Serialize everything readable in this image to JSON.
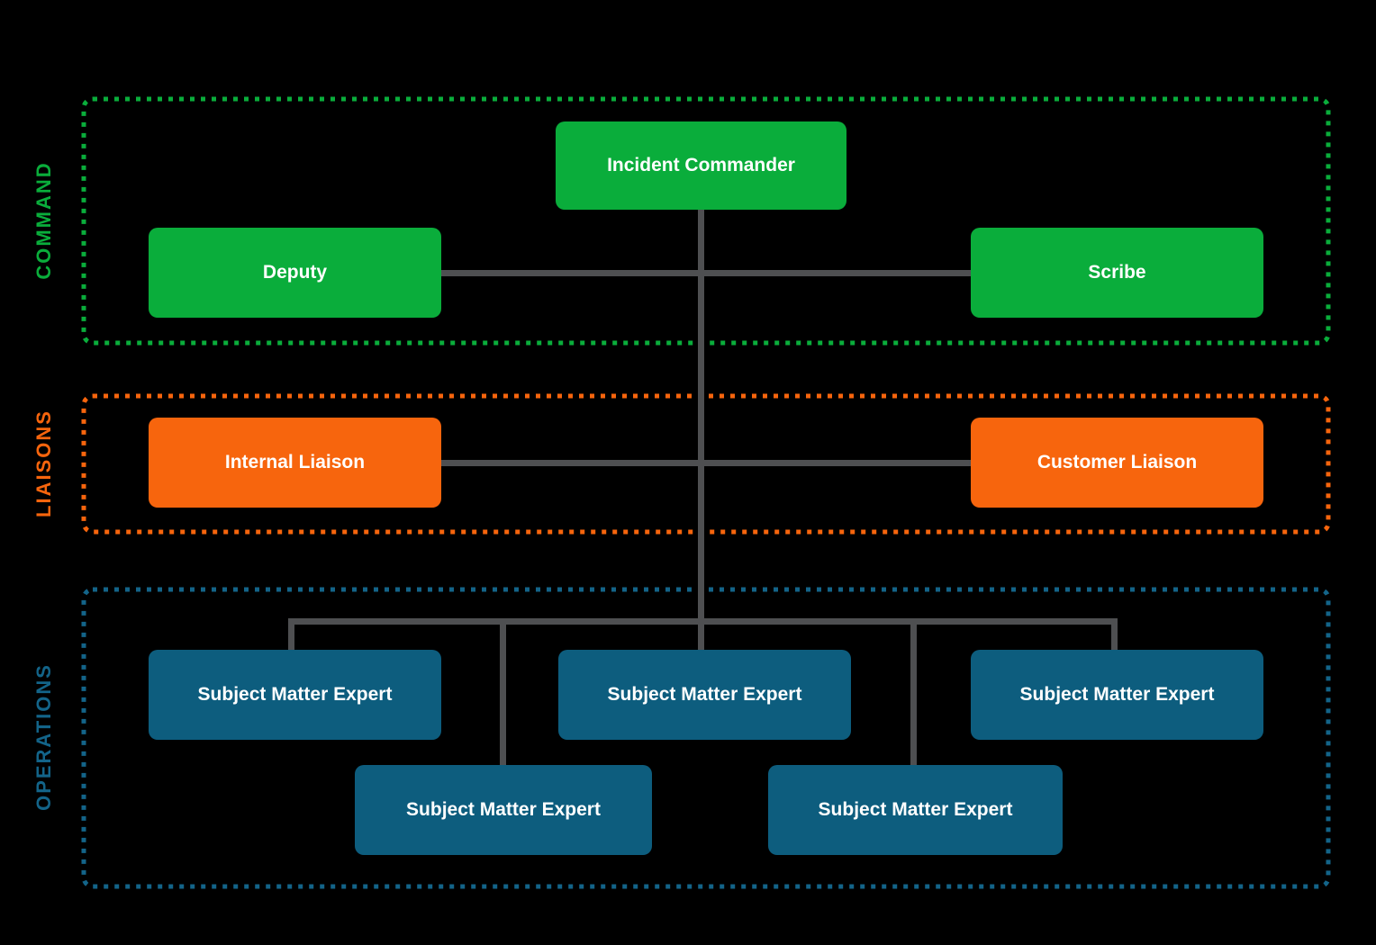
{
  "canvas": {
    "background_color": "#000000",
    "connector_color": "#4E4F51",
    "text_color": "#FFFFFF"
  },
  "sections": [
    {
      "id": "command",
      "label": "COMMAND",
      "color": "#0AAD3B"
    },
    {
      "id": "liaisons",
      "label": "LIAISONS",
      "color": "#F7650D"
    },
    {
      "id": "operations",
      "label": "OPERATIONS",
      "color": "#136489"
    }
  ],
  "nodes": [
    {
      "id": "incident-commander",
      "label": "Incident Commander",
      "section": "command",
      "color": "#0AAD3B"
    },
    {
      "id": "deputy",
      "label": "Deputy",
      "section": "command",
      "color": "#0AAD3B"
    },
    {
      "id": "scribe",
      "label": "Scribe",
      "section": "command",
      "color": "#0AAD3B"
    },
    {
      "id": "internal-liaison",
      "label": "Internal Liaison",
      "section": "liaisons",
      "color": "#F7650D"
    },
    {
      "id": "customer-liaison",
      "label": "Customer Liaison",
      "section": "liaisons",
      "color": "#F7650D"
    },
    {
      "id": "sme-1",
      "label": "Subject Matter Expert",
      "section": "operations",
      "color": "#0D5D7E"
    },
    {
      "id": "sme-2",
      "label": "Subject Matter Expert",
      "section": "operations",
      "color": "#0D5D7E"
    },
    {
      "id": "sme-3",
      "label": "Subject Matter Expert",
      "section": "operations",
      "color": "#0D5D7E"
    },
    {
      "id": "sme-4",
      "label": "Subject Matter Expert",
      "section": "operations",
      "color": "#0D5D7E"
    },
    {
      "id": "sme-5",
      "label": "Subject Matter Expert",
      "section": "operations",
      "color": "#0D5D7E"
    }
  ],
  "edges": [
    {
      "from": "incident-commander",
      "to": "deputy"
    },
    {
      "from": "incident-commander",
      "to": "scribe"
    },
    {
      "from": "incident-commander",
      "to": "internal-liaison"
    },
    {
      "from": "incident-commander",
      "to": "customer-liaison"
    },
    {
      "from": "incident-commander",
      "to": "sme-1"
    },
    {
      "from": "incident-commander",
      "to": "sme-2"
    },
    {
      "from": "incident-commander",
      "to": "sme-3"
    },
    {
      "from": "incident-commander",
      "to": "sme-4"
    },
    {
      "from": "incident-commander",
      "to": "sme-5"
    }
  ]
}
